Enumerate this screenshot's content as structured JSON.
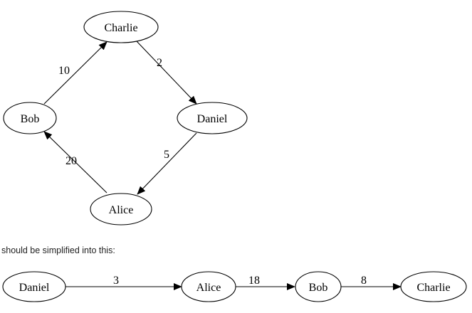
{
  "caption": "should be simplified into this:",
  "graph_top": {
    "nodes": [
      {
        "id": "charlie",
        "label": "Charlie"
      },
      {
        "id": "bob",
        "label": "Bob"
      },
      {
        "id": "daniel",
        "label": "Daniel"
      },
      {
        "id": "alice",
        "label": "Alice"
      }
    ],
    "edges": [
      {
        "from": "bob",
        "to": "charlie",
        "weight": "10"
      },
      {
        "from": "charlie",
        "to": "daniel",
        "weight": "2"
      },
      {
        "from": "daniel",
        "to": "alice",
        "weight": "5"
      },
      {
        "from": "alice",
        "to": "bob",
        "weight": "20"
      }
    ]
  },
  "graph_bottom": {
    "nodes": [
      {
        "id": "daniel",
        "label": "Daniel"
      },
      {
        "id": "alice",
        "label": "Alice"
      },
      {
        "id": "bob",
        "label": "Bob"
      },
      {
        "id": "charlie",
        "label": "Charlie"
      }
    ],
    "edges": [
      {
        "from": "daniel",
        "to": "alice",
        "weight": "3"
      },
      {
        "from": "alice",
        "to": "bob",
        "weight": "18"
      },
      {
        "from": "bob",
        "to": "charlie",
        "weight": "8"
      }
    ]
  }
}
